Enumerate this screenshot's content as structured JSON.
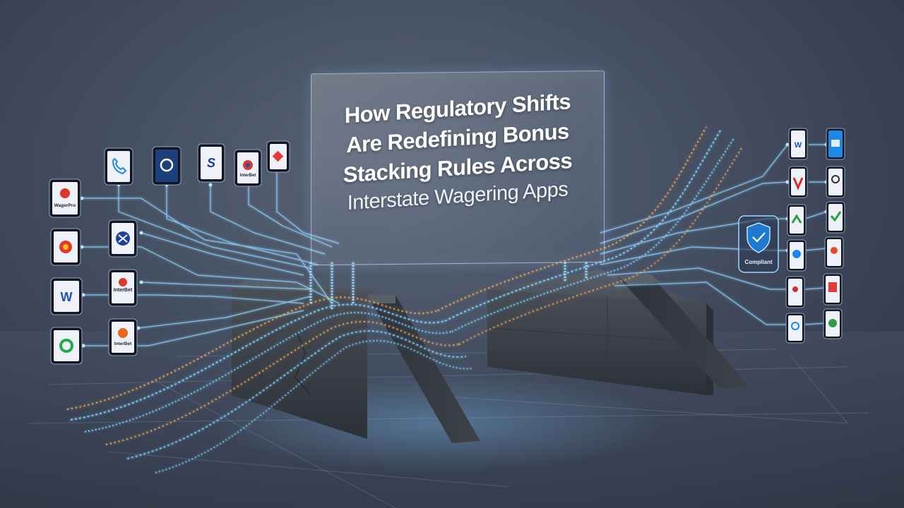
{
  "title": {
    "line1": "How Regulatory Shifts",
    "line2": "Are Redefining Bonus",
    "line3": "Stacking Rules Across",
    "line4": "Interstate Wagering Apps"
  },
  "badge": {
    "label": "Compliant",
    "icon": "shield-check-icon"
  },
  "left_apps": [
    {
      "name": "app-wagerpro",
      "label": "WagerPro",
      "icon": "red-badge-icon",
      "color": "#d93a2b"
    },
    {
      "name": "app-red-circle",
      "label": "",
      "icon": "red-circle-icon",
      "color": "#e2382b"
    },
    {
      "name": "app-w-logo",
      "label": "",
      "icon": "w-letter-icon",
      "color": "#1e4fb5"
    },
    {
      "name": "app-green-c",
      "label": "",
      "icon": "green-c-icon",
      "color": "#21a94f"
    },
    {
      "name": "app-phone",
      "label": "",
      "icon": "phone-handset-icon",
      "color": "#1e88e5"
    },
    {
      "name": "app-blue-arc",
      "label": "",
      "icon": "arc-icon",
      "color": "#1565c0"
    },
    {
      "name": "app-blue-s",
      "label": "",
      "icon": "s-letter-icon",
      "color": "#1a3f8f"
    },
    {
      "name": "app-interbet",
      "label": "InterBet",
      "icon": "multi-color-icon",
      "color": "#d93a2b"
    },
    {
      "name": "app-red-diamond",
      "label": "",
      "icon": "diamond-icon",
      "color": "#e53935"
    },
    {
      "name": "app-x-check",
      "label": "",
      "icon": "x-check-icon",
      "color": "#1e3f9f"
    },
    {
      "name": "app-interbet-2",
      "label": "InterBet",
      "icon": "red-badge-icon",
      "color": "#d93a2b"
    },
    {
      "name": "app-intersbet",
      "label": "InterBet",
      "icon": "orange-circle-icon",
      "color": "#e8681e"
    }
  ],
  "right_apps": [
    {
      "name": "app-r1",
      "icon": "w-letter-icon",
      "color": "#1e4fb5"
    },
    {
      "name": "app-r2",
      "icon": "blue-tile-icon",
      "color": "#1e88e5"
    },
    {
      "name": "app-r3",
      "icon": "red-v-icon",
      "color": "#d32f2f"
    },
    {
      "name": "app-r4",
      "icon": "dark-circle-icon",
      "color": "#263238"
    },
    {
      "name": "app-r5",
      "icon": "green-chevron-icon",
      "color": "#2e9e46"
    },
    {
      "name": "app-r6",
      "icon": "green-check-icon",
      "color": "#2e9e46"
    },
    {
      "name": "app-r7",
      "icon": "blue-check-icon",
      "color": "#1e88e5"
    },
    {
      "name": "app-r8",
      "icon": "red-orange-icon",
      "color": "#e8481e"
    },
    {
      "name": "app-r9",
      "icon": "red-badge-icon",
      "color": "#d32f2f"
    },
    {
      "name": "app-r10",
      "icon": "red-square-icon",
      "color": "#e53935"
    },
    {
      "name": "app-r11",
      "icon": "blue-swirl-icon",
      "color": "#1e88e5"
    },
    {
      "name": "app-r12",
      "icon": "green-circle-icon",
      "color": "#2e9e46"
    }
  ],
  "colors": {
    "background": "#3f4859",
    "wall": "#3a3f47",
    "data_stream_blue": "#7fd0ff",
    "data_stream_orange": "#ffb45a",
    "glass_border": "#e1ebff"
  }
}
